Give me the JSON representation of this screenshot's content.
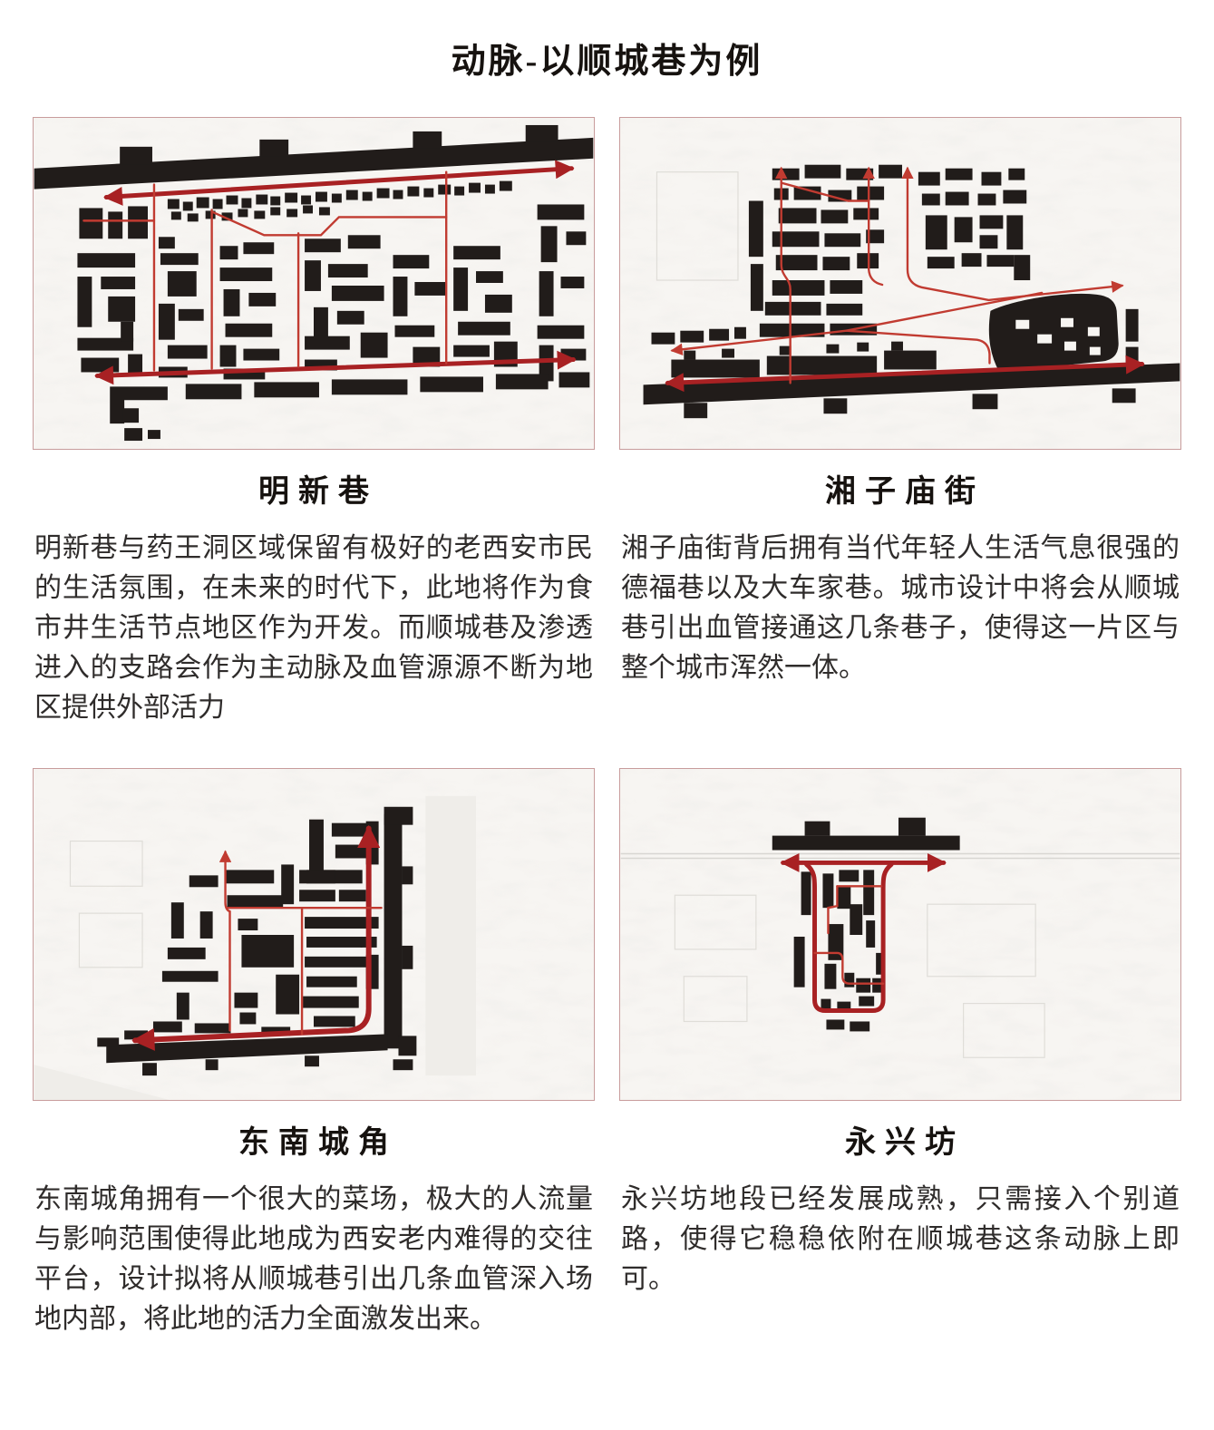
{
  "page": {
    "title": "动脉-以顺城巷为例"
  },
  "colors": {
    "accent_route_red": "#a82123",
    "accent_route_red_bright": "#c13b31",
    "building_black": "#211c1a",
    "map_background": "#f7f5f2",
    "map_border": "#c89c9c",
    "body_text": "#2f2c2b",
    "heading_text": "#16120f"
  },
  "sections": [
    {
      "id": "mingxinxiang",
      "caption": "明新巷",
      "description": "明新巷与药王洞区域保留有极好的老西安市民的生活氛围，在未来的时代下，此地将作为食市井生活节点地区作为开发。而顺城巷及渗透进入的支路会作为主动脉及血管源源不断为地区提供外部活力"
    },
    {
      "id": "xiangzimiaojie",
      "caption": "湘子庙街",
      "description": "湘子庙街背后拥有当代年轻人生活气息很强的德福巷以及大车家巷。城市设计中将会从顺城巷引出血管接通这几条巷子，使得这一片区与整个城市浑然一体。"
    },
    {
      "id": "dongnanchengjiao",
      "caption": "东南城角",
      "description": "东南城角拥有一个很大的菜场，极大的人流量与影响范围使得此地成为西安老内难得的交往平台，设计拟将从顺城巷引出几条血管深入场地内部，将此地的活力全面激发出来。"
    },
    {
      "id": "yongxingfang",
      "caption": "永兴坊",
      "description": "永兴坊地段已经发展成熟，只需接入个别道路，使得它稳稳依附在顺城巷这条动脉上即可。"
    }
  ]
}
